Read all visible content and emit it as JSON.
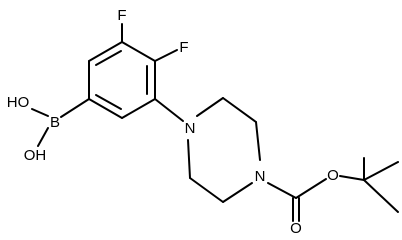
{
  "molecule": {
    "atoms": {
      "f_top": "F",
      "f_right": "F",
      "boron": "B",
      "hydroxyl_upper": "HO",
      "hydroxyl_lower": "OH",
      "piperazine_n_upper": "N",
      "piperazine_n_lower": "N",
      "ester_oxygen": "O",
      "carbonyl_oxygen": "O"
    }
  }
}
